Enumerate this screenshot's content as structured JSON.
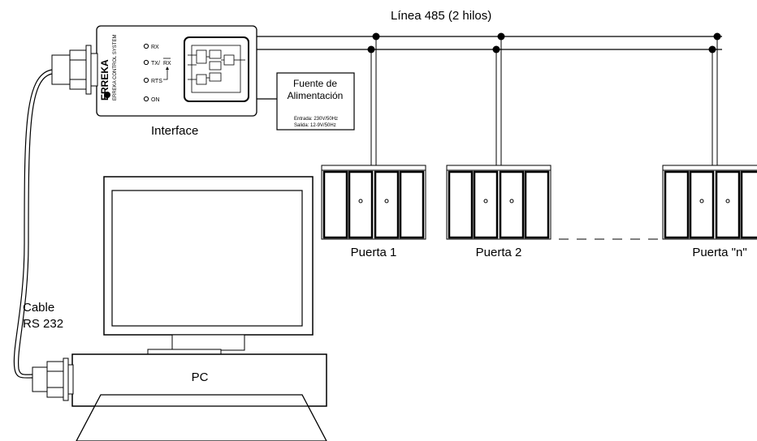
{
  "bus": {
    "label": "Línea 485 (2 hilos)"
  },
  "interface": {
    "label": "Interface",
    "brand": "ERREKA",
    "brand_sub": "ERREKA CONTROL SYSTEM",
    "leds": {
      "rx": "RX",
      "txrx": "TX/",
      "txrx_overline": "RX",
      "rts": "RTS",
      "on": "ON"
    }
  },
  "power": {
    "title_line1": "Fuente de",
    "title_line2": "Alimentación",
    "input": "Entrada: 230V/50Hz",
    "output": "Salida: 12-9V/50Hz"
  },
  "doors": [
    {
      "label": "Puerta 1"
    },
    {
      "label": "Puerta 2"
    },
    {
      "label": "Puerta \"n\""
    }
  ],
  "cable": {
    "line1": "Cable",
    "line2": "RS 232"
  },
  "pc": {
    "label": "PC"
  },
  "colors": {
    "line": "#000000",
    "background": "#ffffff"
  }
}
